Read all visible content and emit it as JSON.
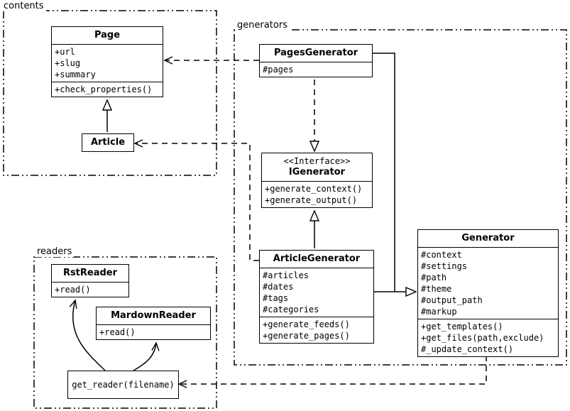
{
  "packages": {
    "contents": {
      "label": "contents"
    },
    "generators": {
      "label": "generators"
    },
    "readers": {
      "label": "readers"
    }
  },
  "classes": {
    "page": {
      "title": "Page",
      "attrs": [
        "+url",
        "+slug",
        "+summary"
      ],
      "methods": [
        "+check_properties()"
      ]
    },
    "article": {
      "title": "Article"
    },
    "pages_generator": {
      "title": "PagesGenerator",
      "attrs": [
        "#pages"
      ]
    },
    "igenerator": {
      "stereotype": "<<Interface>>",
      "title": "IGenerator",
      "methods": [
        "+generate_context()",
        "+generate_output()"
      ]
    },
    "article_generator": {
      "title": "ArticleGenerator",
      "attrs": [
        "#articles",
        "#dates",
        "#tags",
        "#categories"
      ],
      "methods": [
        "+generate_feeds()",
        "+generate_pages()"
      ]
    },
    "generator": {
      "title": "Generator",
      "attrs": [
        "#context",
        "#settings",
        "#path",
        "#theme",
        "#output_path",
        "#markup"
      ],
      "methods": [
        "+get_templates()",
        "+get_files(path,exclude)",
        "#_update_context()"
      ]
    },
    "rst_reader": {
      "title": "RstReader",
      "methods": [
        "+read()"
      ]
    },
    "markdown_reader": {
      "title": "MardownReader",
      "methods": [
        "+read()"
      ]
    },
    "get_reader": {
      "label": "get_reader(filename)"
    }
  },
  "relationships": [
    {
      "from": "Article",
      "to": "Page",
      "type": "generalization"
    },
    {
      "from": "PagesGenerator",
      "to": "Page",
      "type": "dependency"
    },
    {
      "from": "PagesGenerator",
      "to": "IGenerator",
      "type": "realization"
    },
    {
      "from": "ArticleGenerator",
      "to": "IGenerator",
      "type": "generalization"
    },
    {
      "from": "PagesGenerator",
      "to": "Generator",
      "type": "generalization"
    },
    {
      "from": "ArticleGenerator",
      "to": "Generator",
      "type": "generalization"
    },
    {
      "from": "ArticleGenerator",
      "to": "Article",
      "type": "dependency"
    },
    {
      "from": "Generator",
      "to": "get_reader(filename)",
      "type": "dependency"
    },
    {
      "from": "get_reader(filename)",
      "to": "RstReader",
      "type": "call"
    },
    {
      "from": "get_reader(filename)",
      "to": "MardownReader",
      "type": "call"
    }
  ],
  "colors": {
    "stroke": "#000000",
    "background": "#ffffff"
  }
}
